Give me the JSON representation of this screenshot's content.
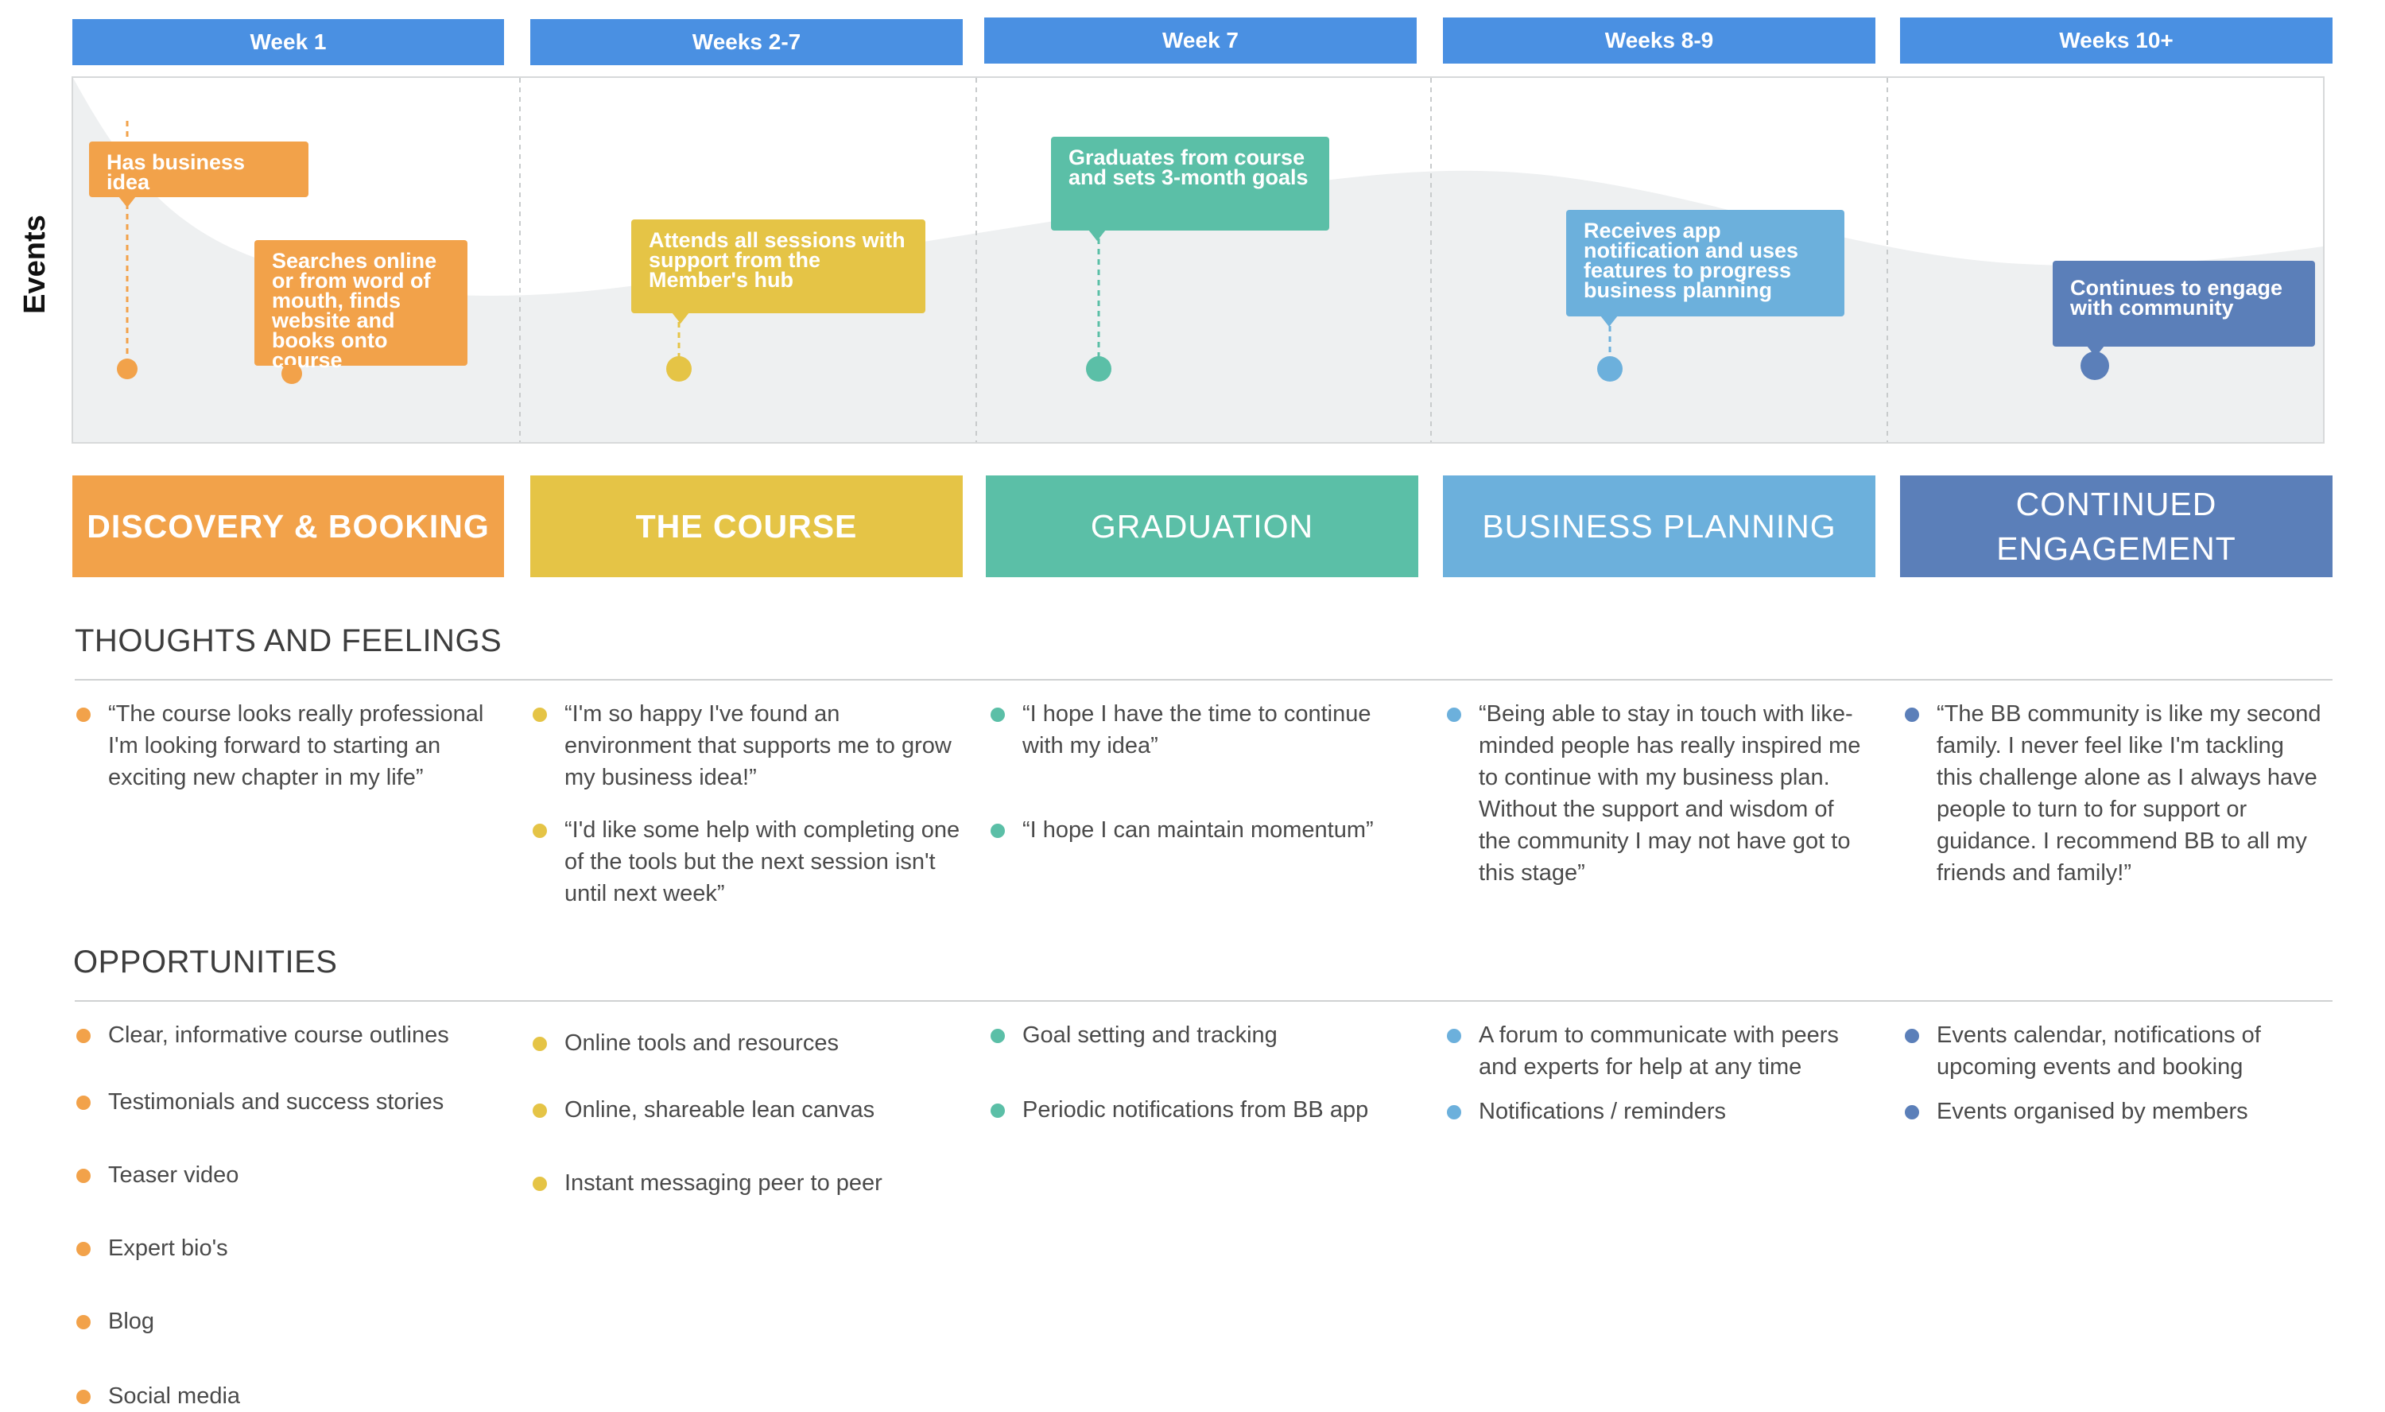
{
  "colors": {
    "orange": "#f2a24a",
    "yellow": "#e5c446",
    "teal": "#5bbfa7",
    "light_blue": "#6cb0dc",
    "dark_blue": "#5b7fb9",
    "header_blue": "#4a90e2"
  },
  "events_axis_label": "Events",
  "weeks": [
    {
      "label": "Week 1"
    },
    {
      "label": "Weeks 2-7"
    },
    {
      "label": "Week 7"
    },
    {
      "label": "Weeks 8-9"
    },
    {
      "label": "Weeks 10+"
    }
  ],
  "events": [
    {
      "text": "Has business idea",
      "color": "orange"
    },
    {
      "text": "Searches online or from word of mouth, finds website and books onto course",
      "color": "orange"
    },
    {
      "text": "Attends all sessions with support from the Member's hub",
      "color": "yellow"
    },
    {
      "text": "Graduates from course and sets 3-month goals",
      "color": "teal"
    },
    {
      "text": "Receives app notification and uses features to progress business planning",
      "color": "light_blue"
    },
    {
      "text": "Continues to engage with community",
      "color": "dark_blue"
    }
  ],
  "phases": [
    {
      "label": "DISCOVERY & BOOKING",
      "color": "orange"
    },
    {
      "label": "THE COURSE",
      "color": "yellow"
    },
    {
      "label": "GRADUATION",
      "color": "teal"
    },
    {
      "label": "BUSINESS PLANNING",
      "color": "light_blue"
    },
    {
      "label": "CONTINUED ENGAGEMENT",
      "color": "dark_blue"
    }
  ],
  "thoughts": {
    "title": "THOUGHTS AND FEELINGS",
    "columns": [
      {
        "color": "orange",
        "items": [
          "“The course looks really professional I'm looking forward to starting an exciting new chapter in my life”"
        ]
      },
      {
        "color": "yellow",
        "items": [
          "“I'm so happy I've found an environment that supports me to grow my business idea!”",
          "“I'd like some help with completing one of the tools but the next session isn't until next week”"
        ]
      },
      {
        "color": "teal",
        "items": [
          "“I hope I have the time to continue with my idea”",
          "“I hope I can maintain momentum”"
        ]
      },
      {
        "color": "light_blue",
        "items": [
          "“Being able to stay in touch with like-minded people has really inspired me to continue with my business plan. Without the support and wisdom of the community I may not have got to this stage”"
        ]
      },
      {
        "color": "dark_blue",
        "items": [
          "“The BB community is like my second family. I never feel like I'm tackling this challenge alone as I always have people to turn to for support or guidance. I recommend BB to all my friends and family!”"
        ]
      }
    ]
  },
  "opportunities": {
    "title": "OPPORTUNITIES",
    "columns": [
      {
        "color": "orange",
        "items": [
          "Clear, informative course outlines",
          "Testimonials and success stories",
          "Teaser video",
          "Expert bio's",
          "Blog",
          "Social media"
        ]
      },
      {
        "color": "yellow",
        "items": [
          "Online tools and resources",
          "Online, shareable lean canvas",
          "Instant messaging peer to peer"
        ]
      },
      {
        "color": "teal",
        "items": [
          "Goal setting and tracking",
          "Periodic notifications from BB app"
        ]
      },
      {
        "color": "light_blue",
        "items": [
          "A forum to communicate with peers and experts for help at any time",
          "Notifications / reminders"
        ]
      },
      {
        "color": "dark_blue",
        "items": [
          "Events calendar, notifications of upcoming events and booking",
          "Events organised by members"
        ]
      }
    ]
  }
}
